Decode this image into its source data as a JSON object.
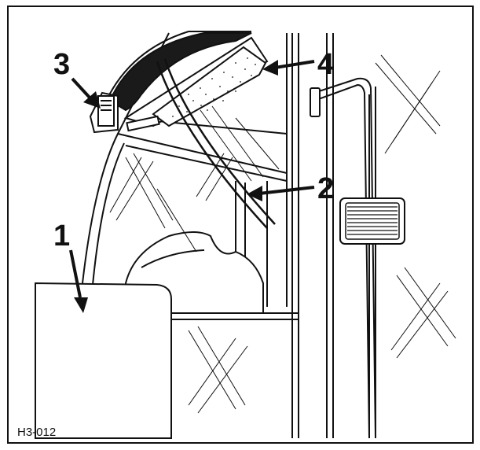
{
  "figure": {
    "id_label": "H3-012",
    "callouts": [
      {
        "key": "1",
        "label": "1"
      },
      {
        "key": "2",
        "label": "2"
      },
      {
        "key": "3",
        "label": "3"
      },
      {
        "key": "4",
        "label": "4"
      }
    ]
  },
  "colors": {
    "ink": "#111111",
    "paper": "#ffffff",
    "seal": "#1a1a1a"
  }
}
